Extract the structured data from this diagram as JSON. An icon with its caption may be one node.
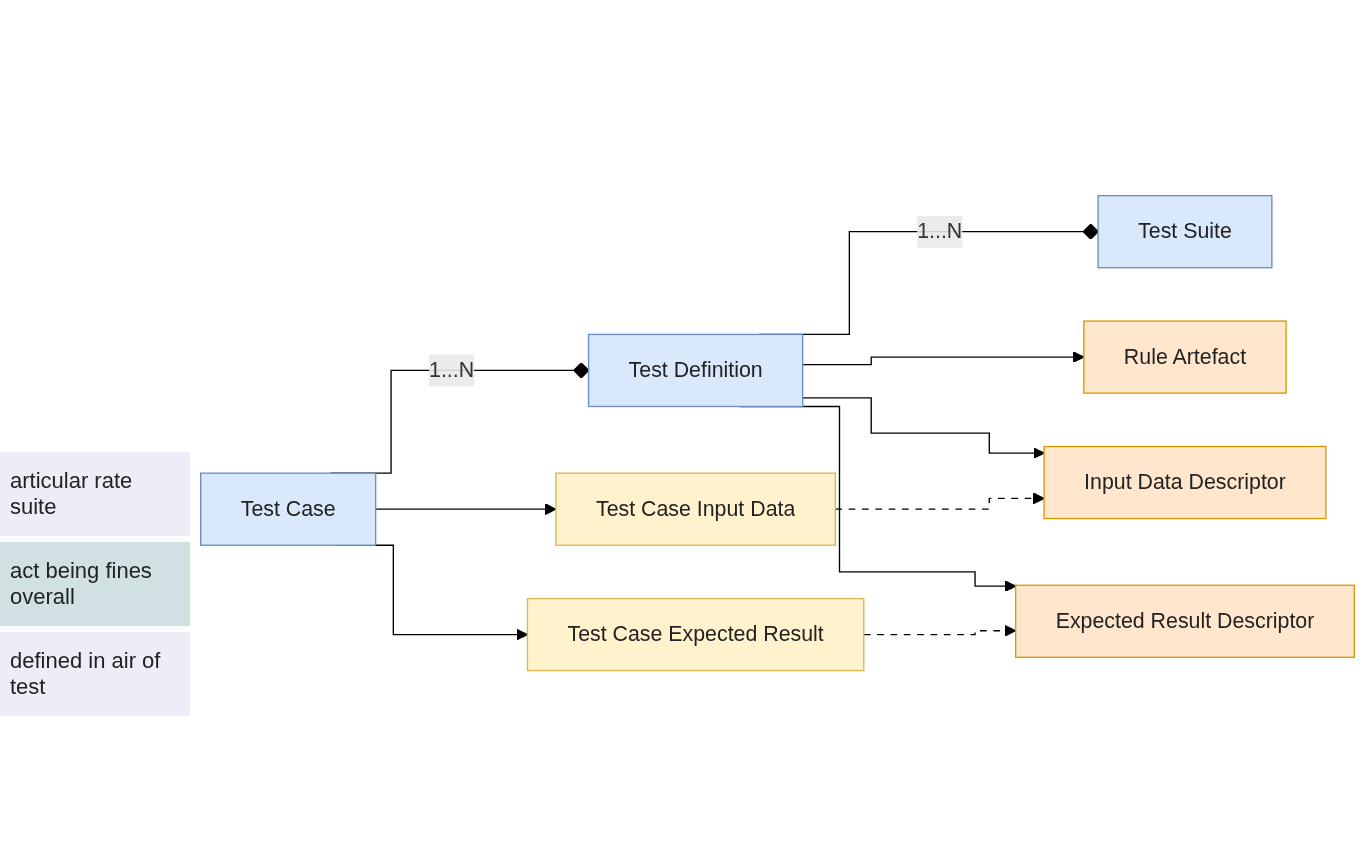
{
  "diagram": {
    "nodes": [
      {
        "text": [
          "Test Suite"
        ]
      },
      {
        "text": [
          "Test Definition"
        ]
      },
      {
        "text": [
          "Rule Artefact"
        ]
      },
      {
        "text": [
          "Input Data Descriptor"
        ]
      },
      {
        "text": [
          "Expected Result Descriptor"
        ]
      },
      {
        "text": [
          "Test Case"
        ]
      },
      {
        "text": [
          "Test Case Expected Result"
        ]
      },
      {
        "text": [
          "Test Case Input Data"
        ]
      }
    ],
    "edges": [
      {
        "from": 1,
        "to": 0,
        "arrow": "other",
        "label": "1...N"
      },
      {
        "from": 5,
        "to": 1,
        "arrow": "other",
        "label": "1...N"
      },
      {
        "from": 1,
        "to": 2,
        "arrow": "to"
      },
      {
        "from": 1,
        "to": 3,
        "arrow": "to"
      },
      {
        "from": 1,
        "to": 4,
        "arrow": "to"
      },
      {
        "from": 5,
        "to": 6,
        "arrow": "to"
      },
      {
        "from": 5,
        "to": 7,
        "arrow": "to"
      },
      {
        "from": 6,
        "to": 4,
        "arrow": "to",
        "style": "dashed"
      },
      {
        "from": 7,
        "to": 3,
        "arrow": "to",
        "style": "dashed"
      }
    ],
    "labels": [
      "articular rate suite",
      "act being fines overall",
      "defined in air of test"
    ]
  }
}
